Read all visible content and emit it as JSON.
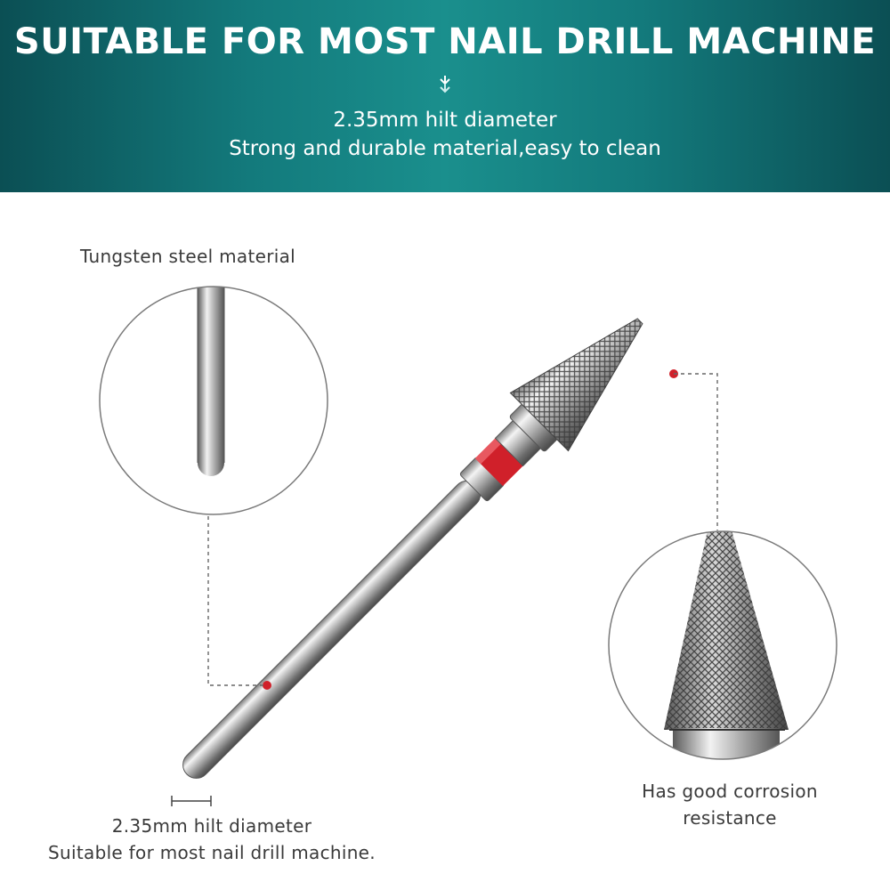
{
  "banner": {
    "title": "SUITABLE FOR MOST NAIL DRILL MACHINE",
    "line1": "2.35mm hilt diameter",
    "line2": "Strong and durable material,easy to clean"
  },
  "callouts": {
    "tungsten": "Tungsten steel material",
    "corrosion_line1": "Has good corrosion",
    "corrosion_line2": "resistance",
    "hilt_line1": "2.35mm hilt diameter",
    "hilt_line2": "Suitable for most nail drill machine."
  },
  "colors": {
    "banner_dark": "#0b4f54",
    "banner_light": "#1a8f8d",
    "accent_red": "#d0202a",
    "text_gray": "#3a3a3a"
  }
}
